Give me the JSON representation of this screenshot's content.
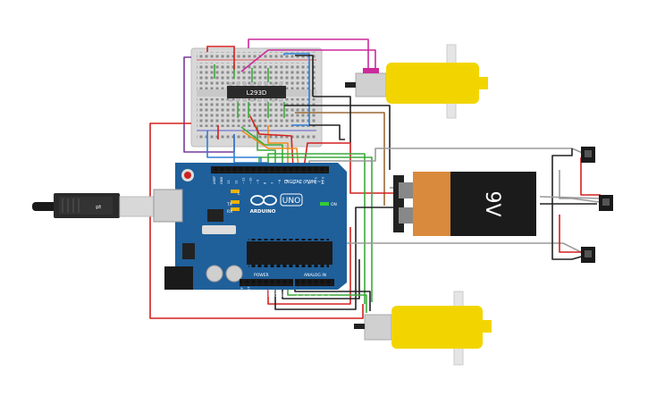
{
  "chip": {
    "label": "L293D"
  },
  "arduino": {
    "brand": "ARDUINO",
    "model": "UNO",
    "digital_label": "DIGITAL (PWM ~)",
    "power_label": "POWER",
    "analog_label": "ANALOG IN",
    "on_label": "ON",
    "tx_label": "TX",
    "rx_label": "RX",
    "l_label": "L",
    "analog_pins": [
      "A0",
      "A1",
      "A2",
      "A3",
      "A4",
      "A5"
    ],
    "power_pins": [
      "IOREF",
      "RESET",
      "3.3V",
      "5V",
      "GND",
      "GND",
      "Vin"
    ],
    "digital_pins": [
      "AREF",
      "GND",
      "13",
      "12",
      "~11",
      "~10",
      "~9",
      "8",
      "7",
      "~6",
      "~5",
      "4",
      "~3",
      "2",
      "TX 1",
      "RX 0"
    ]
  },
  "battery": {
    "label": "9V"
  },
  "colors": {
    "board": "#1f5f9a",
    "breadboard": "#d8d8d8",
    "chip": "#2a2a2a",
    "motor_body": "#f2d500",
    "battery_top": "#d98a3c",
    "battery_body": "#1b1b1b",
    "wire_red": "#d32020",
    "wire_black": "#222222",
    "wire_green": "#3daa3d",
    "wire_orange": "#f08a1c",
    "wire_magenta": "#cc2a9b",
    "wire_purple": "#7a3a9a",
    "wire_blue": "#2e7fd6",
    "wire_brown": "#9a6a3a",
    "wire_gray": "#9a9a9a"
  }
}
